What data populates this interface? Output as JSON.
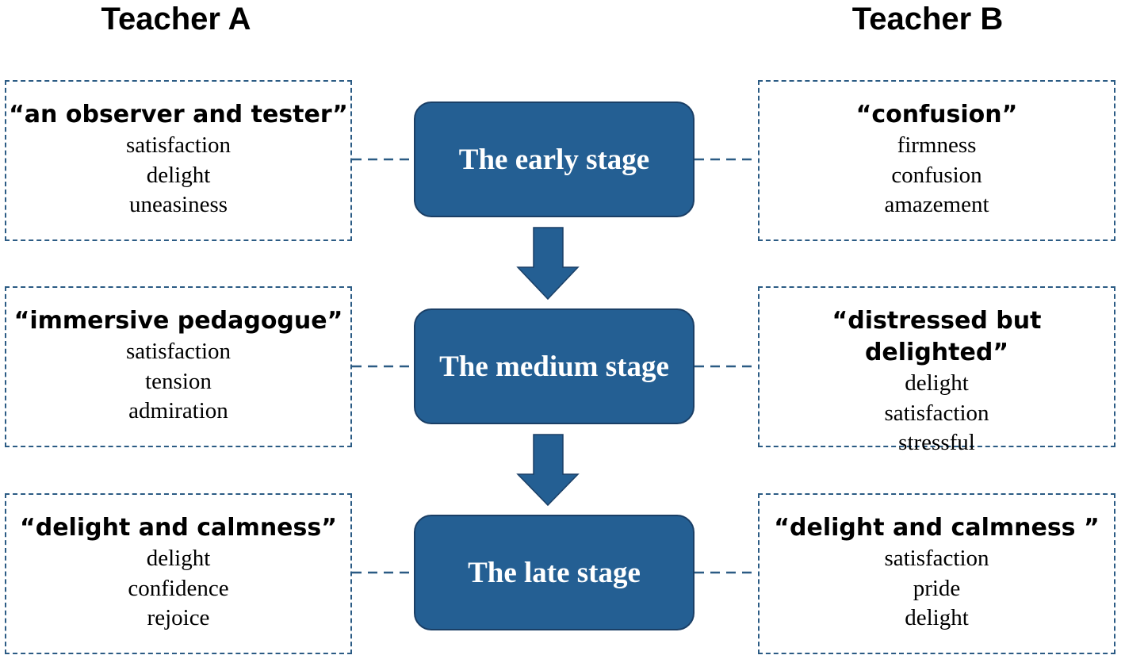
{
  "headers": {
    "teacher_a": "Teacher A",
    "teacher_b": "Teacher B"
  },
  "stages": [
    {
      "label": "The early stage"
    },
    {
      "label": "The medium stage"
    },
    {
      "label": "The late stage"
    }
  ],
  "teacher_a": [
    {
      "title": "“an observer and tester”",
      "items": [
        "satisfaction",
        "delight",
        "uneasiness"
      ]
    },
    {
      "title": "“immersive pedagogue”",
      "items": [
        "satisfaction",
        "tension",
        "admiration"
      ]
    },
    {
      "title": "“delight and calmness”",
      "items": [
        "delight",
        "confidence",
        "rejoice"
      ]
    }
  ],
  "teacher_b": [
    {
      "title": "“confusion”",
      "items": [
        "firmness",
        "confusion",
        "amazement"
      ]
    },
    {
      "title": "“distressed but delighted”",
      "items": [
        "delight",
        "satisfaction",
        "stressful"
      ]
    },
    {
      "title": "“delight and calmness ”",
      "items": [
        "satisfaction",
        "pride",
        "delight"
      ]
    }
  ],
  "colors": {
    "stage_fill": "#245f93",
    "stage_border": "#1a3f66",
    "dash_line": "#2b5b84"
  }
}
